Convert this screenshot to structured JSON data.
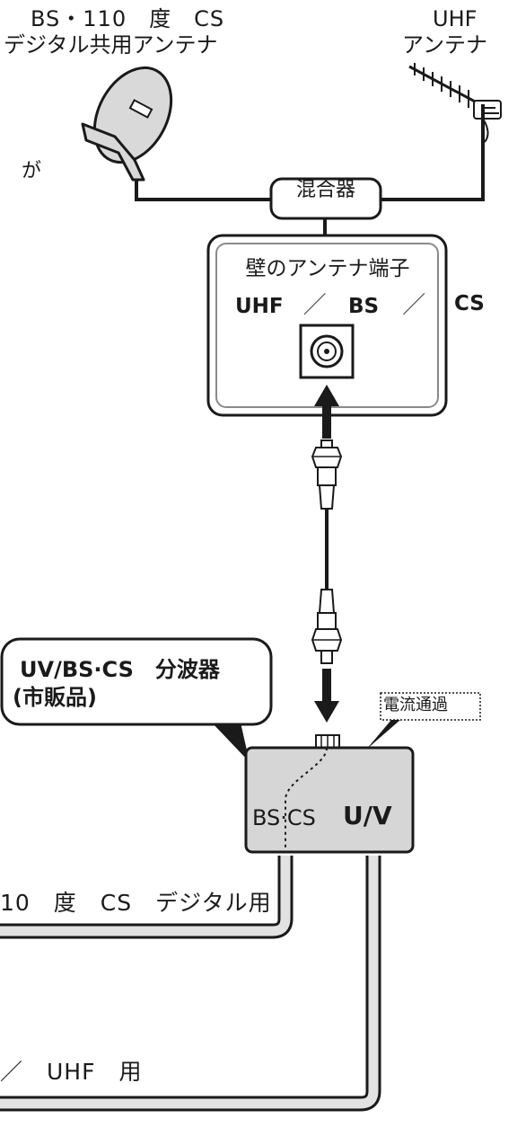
{
  "satellite_antenna": {
    "label_line1": "BS・110　度　CS",
    "label_line2": "デジタル共用アンテナ"
  },
  "uhf_antenna": {
    "label_line1": "UHF",
    "label_line2": "アンテナ"
  },
  "stray_text": "が",
  "mixer": {
    "label": "混合器"
  },
  "wall_terminal": {
    "title": "壁のアンテナ端子",
    "uhf": "UHF",
    "bs": "BS",
    "cs": "CS",
    "slash1": "／",
    "slash2": "／"
  },
  "splitter": {
    "callout_line1": "UV/BS·CS　分波器",
    "callout_line2": "(市販品)",
    "current_pass_label": "電流通過",
    "port_bscs": "BS·CS",
    "port_uv": "U/V"
  },
  "output_lines": {
    "bs_cs_line": "10　度　CS　デジタル用",
    "uhf_line": "／　UHF　用"
  },
  "colors": {
    "line": "#1a1a1a",
    "splitter_fill": "#d6d6d6",
    "cable_fill": "#e2e2e2",
    "dish_fill": "#d9d9d9"
  }
}
